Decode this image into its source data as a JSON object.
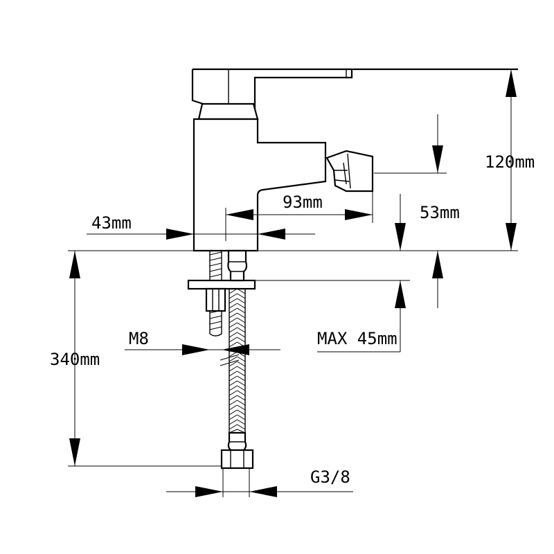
{
  "dimensions": {
    "height_total": "120mm",
    "spout_reach": "93mm",
    "spout_height": "53mm",
    "base_offset": "43mm",
    "hose_length": "340mm",
    "thread_rod": "M8",
    "max_thickness": "MAX 45mm",
    "connection": "G3/8"
  },
  "colors": {
    "line": "#000000",
    "background": "#ffffff"
  }
}
